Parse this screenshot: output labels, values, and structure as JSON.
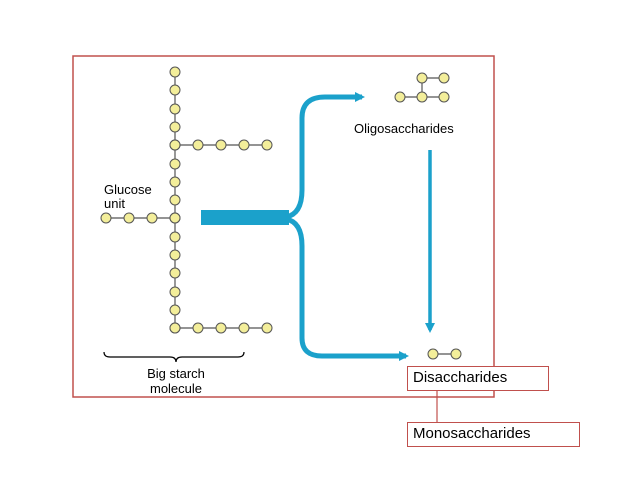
{
  "labels": {
    "glucose_unit": "Glucose\nunit",
    "oligosaccharides": "Oligosaccharides",
    "big_starch_molecule": "Big starch\nmolecule",
    "disaccharides": "Disaccharides",
    "monosaccharides": "Monosaccharides"
  },
  "colors": {
    "frame_border": "#c0504d",
    "arrow": "#1ba1cb",
    "glucose_fill": "#f3ee9a",
    "glucose_stroke": "#555555",
    "bond": "#555555"
  },
  "icons": {
    "glucose": "glucose-unit-circle",
    "arrow": "process-arrow"
  }
}
